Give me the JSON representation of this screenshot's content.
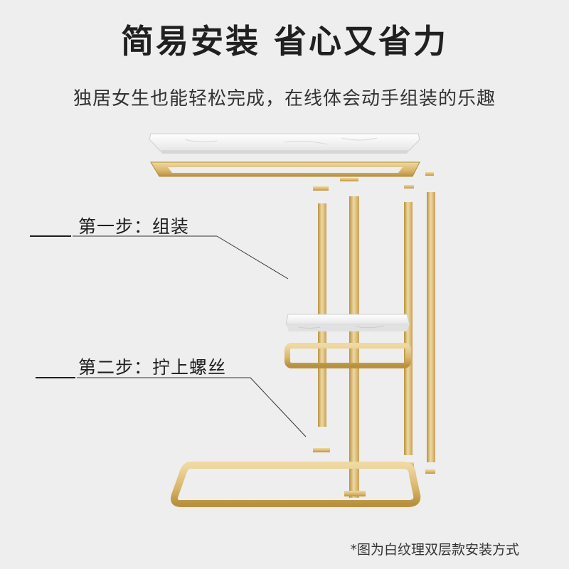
{
  "header": {
    "title": "简易安装 省心又省力",
    "subtitle": "独居女生也能轻松完成，在线体会动手组装的乐趣"
  },
  "steps": [
    {
      "label": "第一步：组装"
    },
    {
      "label": "第二步：拧上螺丝"
    }
  ],
  "footnote": "*图为白纹理双层款安装方式",
  "colors": {
    "background": "#eeeeee",
    "gold": "#d9b56a",
    "gold_dark": "#b8913f",
    "gold_light": "#efd9a3",
    "marble": "#f7f7f7",
    "text": "#202020"
  }
}
